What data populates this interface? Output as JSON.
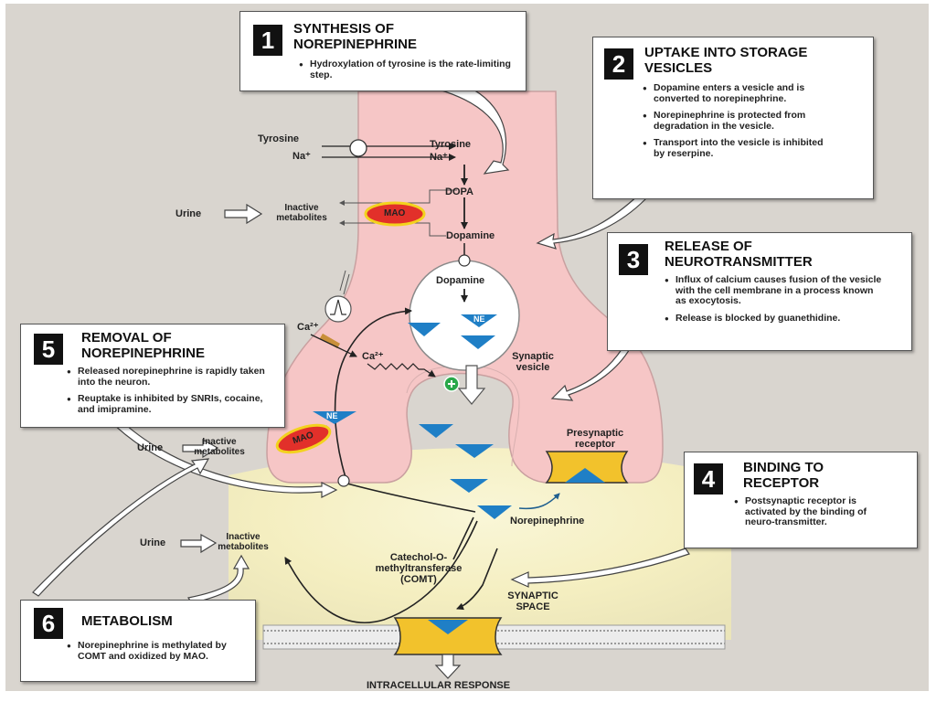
{
  "labels": {
    "tyrosine_out": "Tyrosine",
    "na_out": "Na⁺",
    "tyrosine_in": "Tyrosine",
    "na_in": "Na⁺",
    "dopa": "DOPA",
    "dopamine": "Dopamine",
    "dopamine_vesicle": "Dopamine",
    "urine_1": "Urine",
    "inactive_metabolites_1": "Inactive metabolites",
    "mao_1": "MAO",
    "ca_out": "Ca²⁺",
    "ca_in": "Ca²⁺",
    "ne_vesicle": "NE",
    "ne_reuptake": "NE",
    "synaptic_vesicle": "Synaptic vesicle",
    "presynaptic_receptor": "Presynaptic receptor",
    "urine_2": "Urine",
    "inactive_metabolites_2": "Inactive metabolites",
    "mao_2": "MAO",
    "norepinephrine": "Norepinephrine",
    "urine_3": "Urine",
    "inactive_metabolites_3": "Inactive metabolites",
    "comt": "Catechol-O-methyltransferase (COMT)",
    "synaptic_space": "SYNAPTIC SPACE",
    "intracellular_response": "INTRACELLULAR RESPONSE"
  },
  "callouts": {
    "c1": {
      "number": "1",
      "title": "SYNTHESIS OF NOREPINEPHRINE",
      "bullets": [
        "Hydroxylation of tyrosine is the rate-limiting step."
      ]
    },
    "c2": {
      "number": "2",
      "title": "UPTAKE INTO STORAGE VESICLES",
      "bullets": [
        "Dopamine enters a vesicle and is converted to norepinephrine.",
        "Norepinephrine is protected from degradation in the vesicle.",
        "Transport into the vesicle is inhibited by reserpine."
      ]
    },
    "c3": {
      "number": "3",
      "title": "RELEASE OF NEUROTRANSMITTER",
      "bullets": [
        "Influx of calcium causes fusion of the vesicle with the cell membrane in a process known as exocytosis.",
        "Release is blocked by guanethidine."
      ]
    },
    "c4": {
      "number": "4",
      "title": "BINDING TO RECEPTOR",
      "bullets": [
        "Postsynaptic receptor is activated by the binding of neuro-transmitter."
      ]
    },
    "c5": {
      "number": "5",
      "title": "REMOVAL OF NOREPINEPHRINE",
      "bullets": [
        "Released norepinephrine is rapidly taken into the neuron.",
        "Reuptake is inhibited by SNRIs, cocaine, and imipramine."
      ]
    },
    "c6": {
      "number": "6",
      "title": "METABOLISM",
      "bullets": [
        "Norepinephrine is methylated by COMT and oxidized by MAO."
      ]
    }
  },
  "colors": {
    "background": "#d9d5cf",
    "neuron": "#f6c6c6",
    "neuron_outline": "#c9a0a0",
    "synaptic_glow": "#f8f3c4",
    "neurotransmitter": "#1f7fc6",
    "receptor": "#f2c22c",
    "mao_fill": "#e2302a",
    "mao_outline": "#f3d21e",
    "membrane": "#c8c8c8"
  }
}
